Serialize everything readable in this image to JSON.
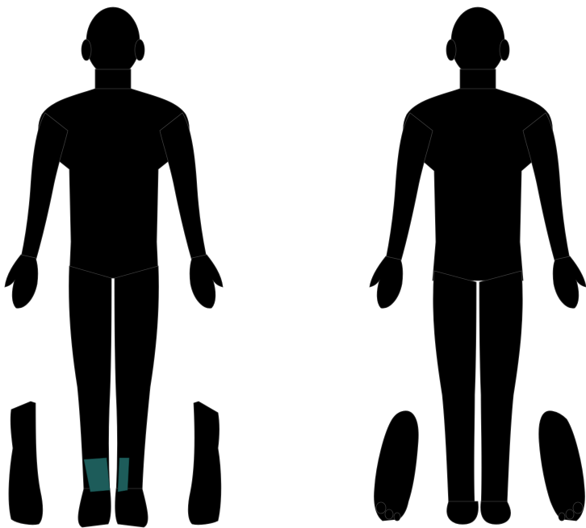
{
  "colors": {
    "background": "#ffffff",
    "silhouette": "#000000",
    "highlight": "#1d5c5a"
  },
  "figures": [
    {
      "view": "front",
      "highlighted_regions": [
        "left-lower-leg-front",
        "right-lower-leg-front"
      ]
    },
    {
      "view": "back",
      "highlighted_regions": []
    }
  ]
}
